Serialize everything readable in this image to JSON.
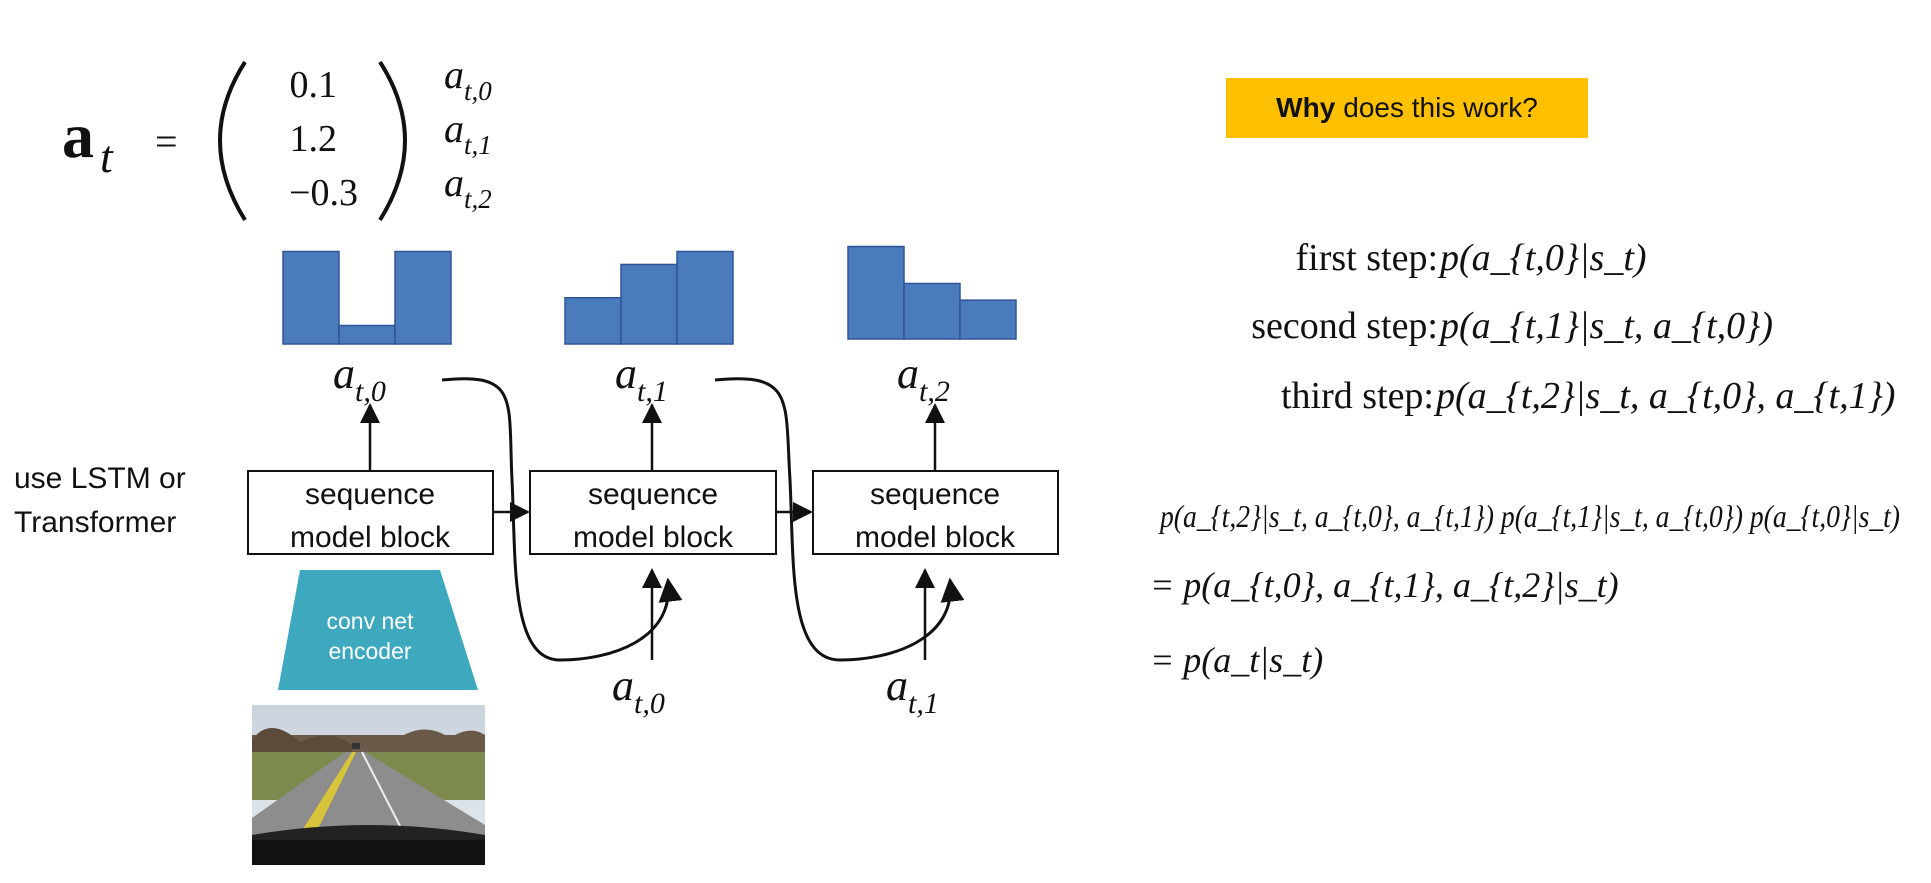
{
  "vector": {
    "name": "a",
    "subscript": "t",
    "equals": "=",
    "values": [
      "0.1",
      "1.2",
      "−0.3"
    ],
    "components": [
      {
        "base": "a",
        "sub": "t,0"
      },
      {
        "base": "a",
        "sub": "t,1"
      },
      {
        "base": "a",
        "sub": "t,2"
      }
    ]
  },
  "side_label": {
    "line1": "use LSTM or",
    "line2": "Transformer"
  },
  "blocks": [
    {
      "line1": "sequence",
      "line2": "model block"
    },
    {
      "line1": "sequence",
      "line2": "model block"
    },
    {
      "line1": "sequence",
      "line2": "model block"
    }
  ],
  "encoder": {
    "line1": "conv net",
    "line2": "encoder",
    "fill": "#3ea8bf"
  },
  "outputs": [
    {
      "base": "a",
      "sub": "t,0"
    },
    {
      "base": "a",
      "sub": "t,1"
    },
    {
      "base": "a",
      "sub": "t,2"
    }
  ],
  "inputs": [
    {
      "base": "a",
      "sub": "t,0"
    },
    {
      "base": "a",
      "sub": "t,1"
    }
  ],
  "histograms": [
    {
      "values": [
        0.5,
        0.1,
        0.5
      ]
    },
    {
      "values": [
        0.25,
        0.43,
        0.5
      ]
    },
    {
      "values": [
        0.5,
        0.3,
        0.21
      ]
    }
  ],
  "bar_color": "#4a7bbd",
  "why": {
    "bold": "Why",
    "rest": "does this work?",
    "color": "#ffc000"
  },
  "steps": [
    {
      "label": "first step:",
      "expr": "p(a_{t,0}|s_t)"
    },
    {
      "label": "second step:",
      "expr": "p(a_{t,1}|s_t, a_{t,0})"
    },
    {
      "label": "third step:",
      "expr": "p(a_{t,2}|s_t, a_{t,0}, a_{t,1})"
    }
  ],
  "derivation": {
    "line1": "p(a_{t,2}|s_t, a_{t,0}, a_{t,1}) p(a_{t,1}|s_t, a_{t,0}) p(a_{t,0}|s_t)",
    "line2": "= p(a_{t,0}, a_{t,1}, a_{t,2}|s_t)",
    "line3": "= p(a_t|s_t)"
  }
}
